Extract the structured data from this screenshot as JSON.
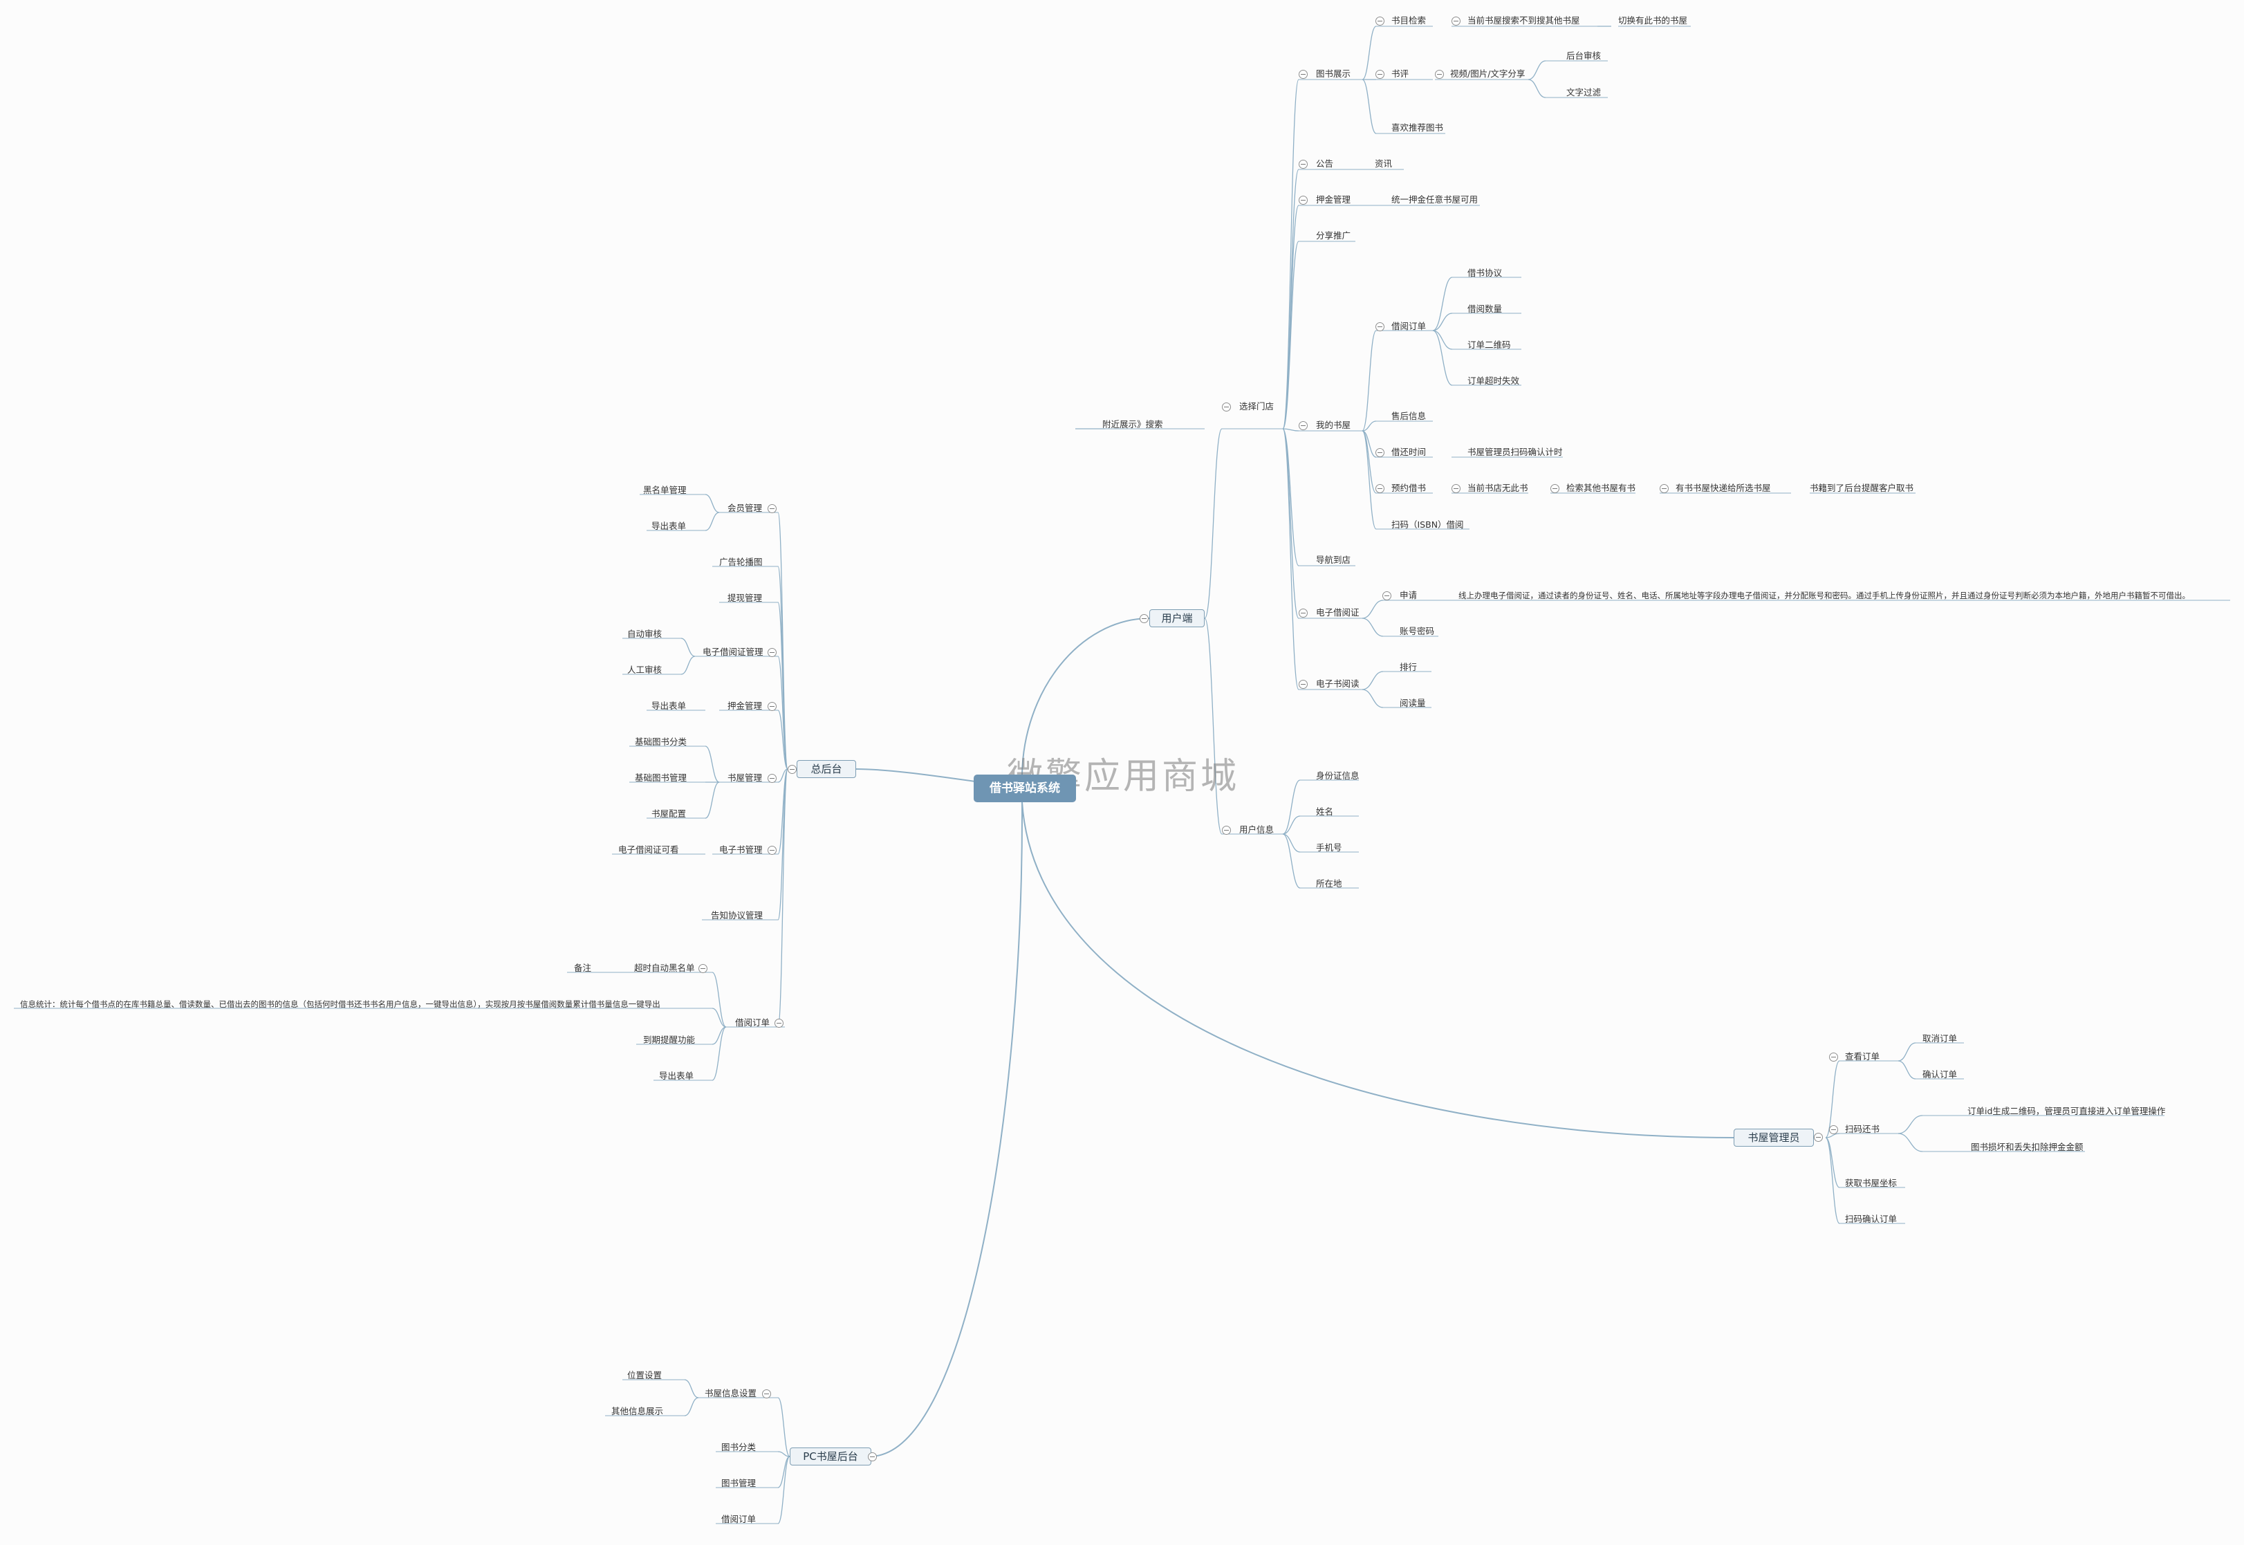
{
  "root": "借书驿站系统",
  "watermark": "微擎应用商城",
  "branches": {
    "user": "用户端",
    "admin": "总后台",
    "manager": "书屋管理员",
    "pc": "PC书屋后台"
  },
  "user": {
    "nearby": "附近展示》搜索",
    "choose_store": "选择门店",
    "book_display": "图书展示",
    "book_search": "书目检索",
    "not_found": "当前书屋搜索不到搜其他书屋",
    "switch_store": "切换有此书的书屋",
    "review": "书评",
    "share_media": "视频/图片/文字分享",
    "backend_review": "后台审核",
    "text_filter": "文字过滤",
    "recommend": "喜欢推荐图书",
    "notice": "公告",
    "news": "资讯",
    "deposit": "押金管理",
    "deposit_note": "统一押金任意书屋可用",
    "share_promo": "分享推广",
    "my_shelf": "我的书屋",
    "borrow_order": "借阅订单",
    "agreement": "借书协议",
    "borrow_count": "借阅数量",
    "order_qr": "订单二维码",
    "order_expire": "订单超时失效",
    "after_sale": "售后信息",
    "return_time": "借还时间",
    "scan_confirm": "书屋管理员扫码确认计时",
    "reserve": "预约借书",
    "no_book": "当前书店无此书",
    "search_others": "检索其他书屋有书",
    "notify": "有书书屋快递给所选书屋",
    "arrived": "书籍到了后台提醒客户取书",
    "scan_isbn": "扫码（ISBN）借阅",
    "navigate": "导航到店",
    "ecard": "电子借阅证",
    "apply": "申请",
    "apply_note": "线上办理电子借阅证，通过读者的身份证号、姓名、电话、所属地址等字段办理电子借阅证，并分配账号和密码。通过手机上传身份证照片，并且通过身份证号判断必须为本地户籍，外地用户书籍暂不可借出。",
    "account_pwd": "账号密码",
    "ebook": "电子书阅读",
    "ranking": "排行",
    "reads": "阅读量",
    "user_info": "用户信息",
    "idcard": "身份证信息",
    "name": "姓名",
    "phone": "手机号",
    "location": "所在地"
  },
  "admin": {
    "member": "会员管理",
    "blacklist": "黑名单管理",
    "export1": "导出表单",
    "ad_banner": "广告轮播图",
    "reminder": "提现管理",
    "ecard_mgmt": "电子借阅证管理",
    "auto_review": "自动审核",
    "manual_review": "人工审核",
    "deposit_mgmt": "押金管理",
    "export2": "导出表单",
    "shelf_mgmt": "书屋管理",
    "base_category": "基础图书分类",
    "base_books": "基础图书管理",
    "shelf_config": "书屋配置",
    "ebook_mgmt": "电子书管理",
    "ecard_view": "电子借阅证可看",
    "notice_mgmt": "告知协议管理",
    "borrow_order": "借阅订单",
    "overdue_black": "超时自动黑名单",
    "remark": "备注",
    "stats": "信息统计：统计每个借书点的在库书籍总量、借读数量、已借出去的图书的信息（包括何时借书还书书名用户信息，一键导出信息），实现按月按书屋借阅数量累计借书量信息一键导出",
    "due_remind": "到期提醒功能",
    "export3": "导出表单"
  },
  "manager": {
    "view_order": "查看订单",
    "cancel_order": "取消订单",
    "confirm_order": "确认订单",
    "scan_return": "扫码还书",
    "order_qr_note": "订单id生成二维码，管理员可直接进入订单管理操作",
    "damage_note": "图书损坏和丢失扣除押金金额",
    "coords": "获取书屋坐标",
    "scan_confirm": "扫码确认订单"
  },
  "pc": {
    "shelf_info": "书屋信息设置",
    "position": "位置设置",
    "other_info": "其他信息展示",
    "category": "图书分类",
    "books": "图书管理",
    "borrow_order": "借阅订单"
  }
}
